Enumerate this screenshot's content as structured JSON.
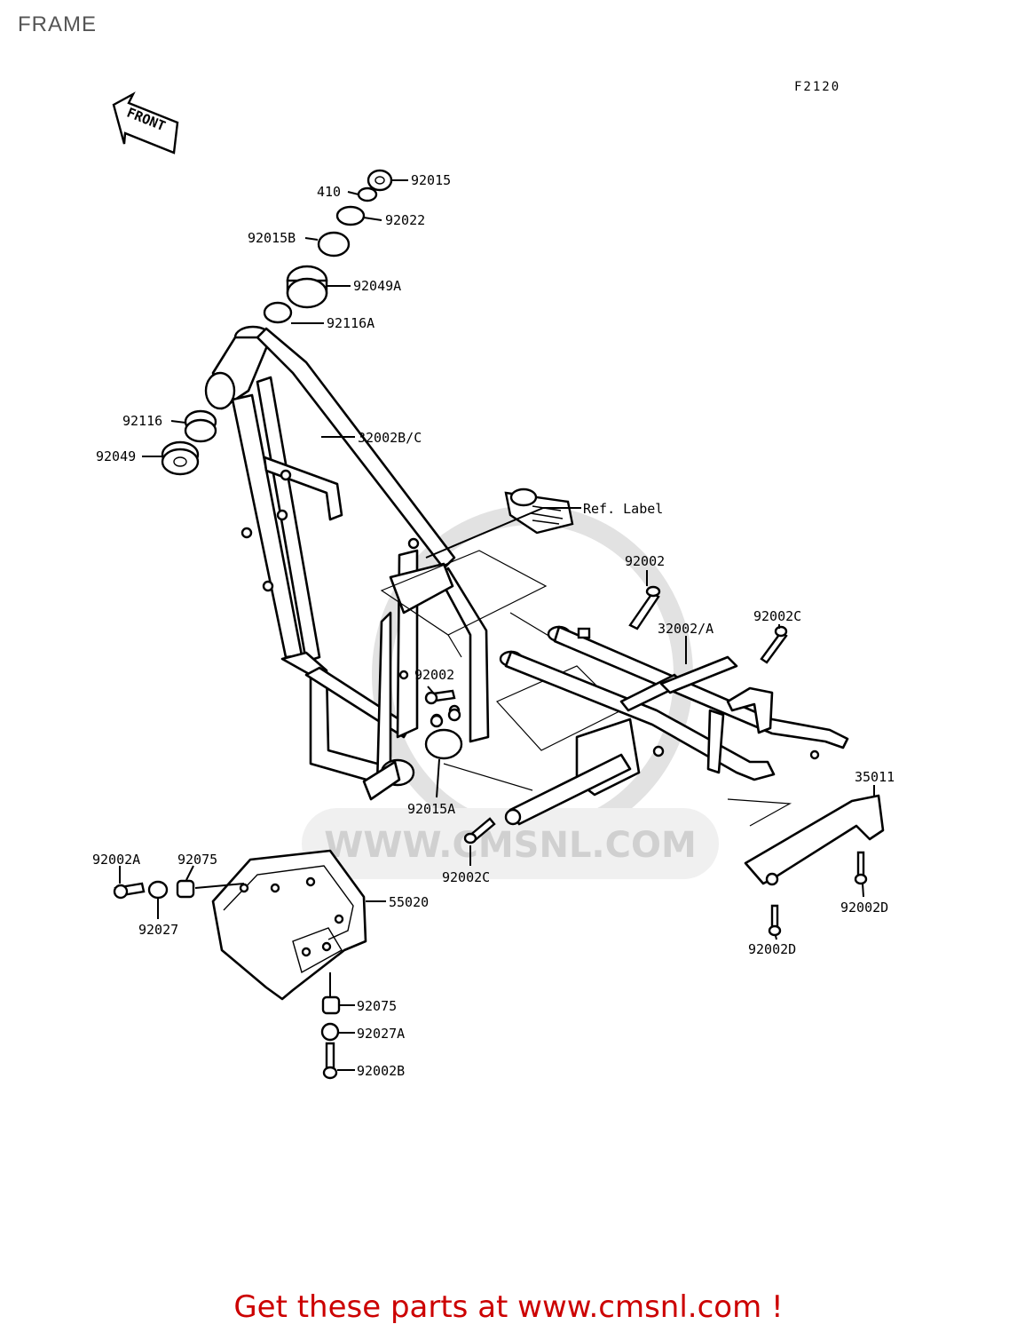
{
  "page": {
    "title": "FRAME",
    "figure_code": "F2120",
    "footer": "Get these parts at www.cmsnl.com !"
  },
  "front_arrow": {
    "label": "FRONT"
  },
  "watermark": {
    "text": "WWW.CMSNL.COM"
  },
  "callouts": [
    {
      "id": "c-92015",
      "label": "92015"
    },
    {
      "id": "c-410",
      "label": "410"
    },
    {
      "id": "c-92022",
      "label": "92022"
    },
    {
      "id": "c-92015B",
      "label": "92015B"
    },
    {
      "id": "c-92049A",
      "label": "92049A"
    },
    {
      "id": "c-92116A",
      "label": "92116A"
    },
    {
      "id": "c-92116",
      "label": "92116"
    },
    {
      "id": "c-92049",
      "label": "92049"
    },
    {
      "id": "c-32002BC",
      "label": "32002B/C"
    },
    {
      "id": "c-ref-label",
      "label": "Ref. Label"
    },
    {
      "id": "c-92002-top",
      "label": "92002"
    },
    {
      "id": "c-32002A",
      "label": "32002/A"
    },
    {
      "id": "c-92002C-top",
      "label": "92002C"
    },
    {
      "id": "c-92002-mid",
      "label": "92002"
    },
    {
      "id": "c-92015A",
      "label": "92015A"
    },
    {
      "id": "c-35011",
      "label": "35011"
    },
    {
      "id": "c-92002C-bot",
      "label": "92002C"
    },
    {
      "id": "c-92002D-right",
      "label": "92002D"
    },
    {
      "id": "c-92002D-left",
      "label": "92002D"
    },
    {
      "id": "c-92002A",
      "label": "92002A"
    },
    {
      "id": "c-92075-top",
      "label": "92075"
    },
    {
      "id": "c-92027",
      "label": "92027"
    },
    {
      "id": "c-55020",
      "label": "55020"
    },
    {
      "id": "c-92075-bot",
      "label": "92075"
    },
    {
      "id": "c-92027A",
      "label": "92027A"
    },
    {
      "id": "c-92002B",
      "label": "92002B"
    }
  ]
}
